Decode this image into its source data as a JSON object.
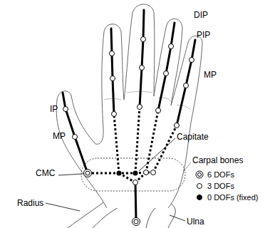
{
  "diagram": {
    "labels": [
      "DIP",
      "PIP",
      "MP",
      "IP",
      "MP",
      "CMC",
      "Capitate",
      "Carpal bones",
      "Radius",
      "Ulna"
    ],
    "legend": [
      {
        "text": "6 DOFs"
      },
      {
        "text": "3 DOFs"
      },
      {
        "text": "0 DOFs (fixed)"
      }
    ]
  }
}
